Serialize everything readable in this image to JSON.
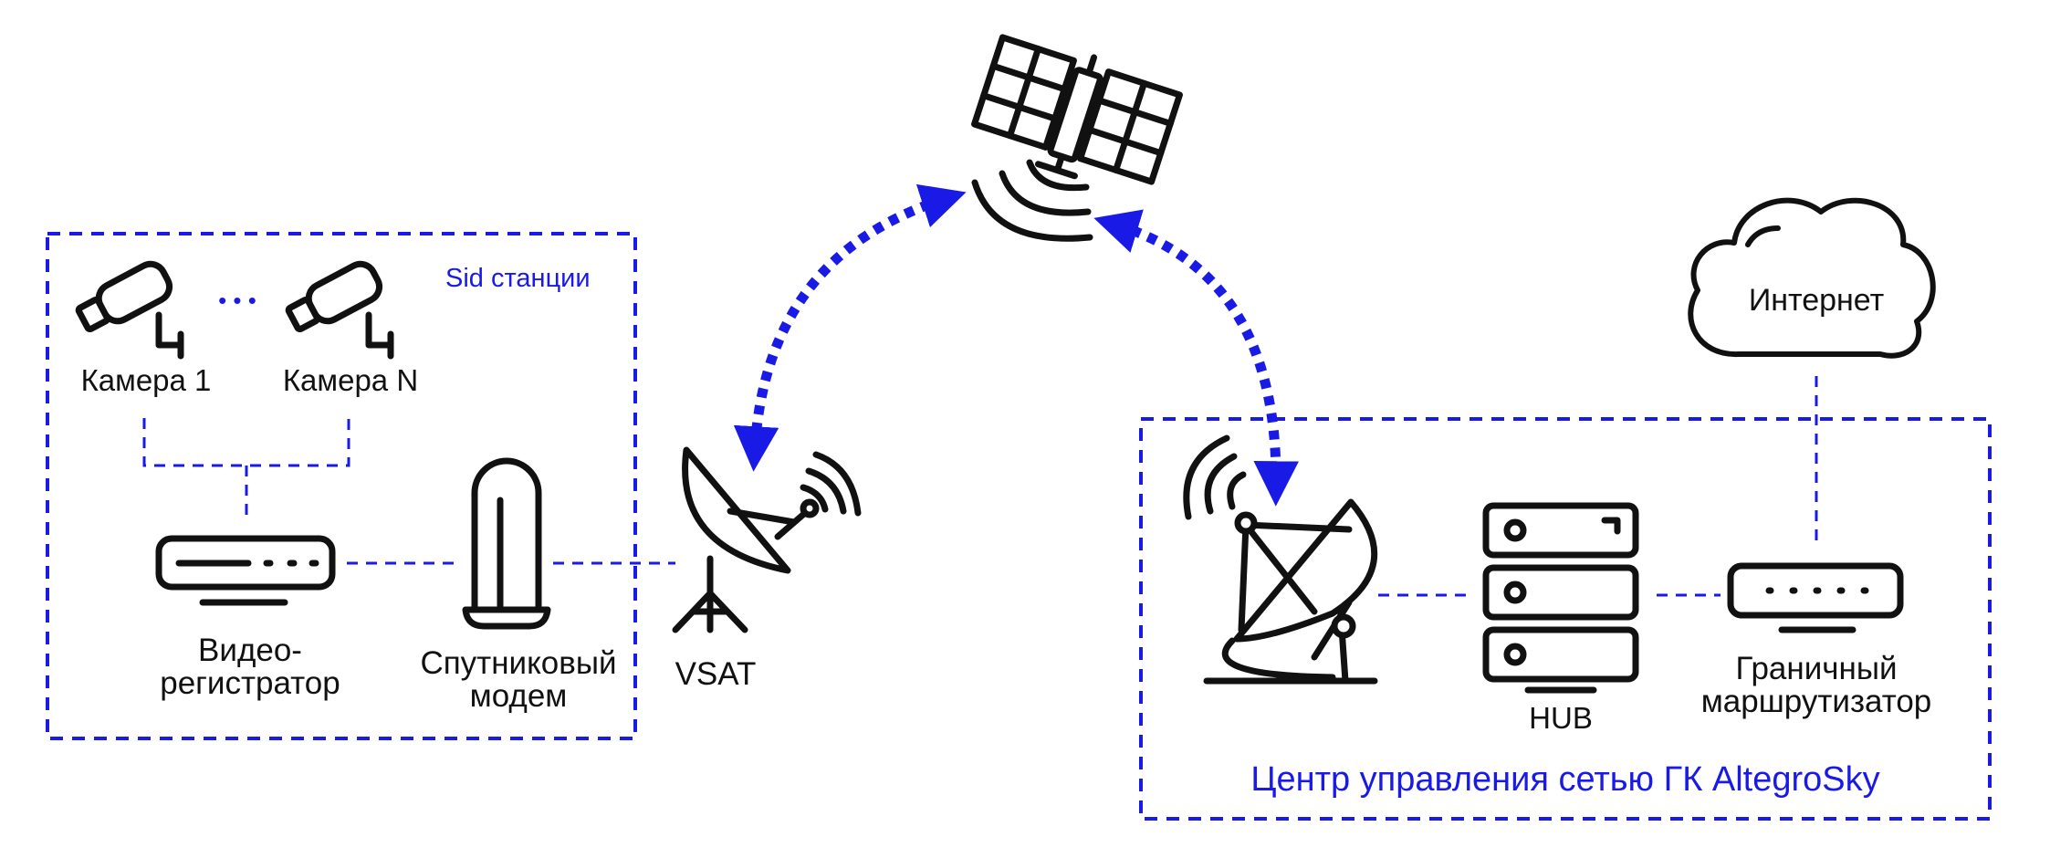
{
  "colors": {
    "accent": "#1a1ae6",
    "ink": "#111111"
  },
  "icons": [
    "satellite-icon",
    "camera-icon",
    "dvr-icon",
    "modem-icon",
    "vsat-dish-icon",
    "hub-dish-icon",
    "server-icon",
    "router-icon",
    "cloud-icon"
  ],
  "site": {
    "title": "Sid станции",
    "camera1": "Камера 1",
    "cameraN": "Камера N",
    "ellipsis": "• • •",
    "dvr_line1": "Видео-",
    "dvr_line2": "регистратор",
    "modem_line1": "Спутниковый",
    "modem_line2": "модем"
  },
  "vsat": {
    "label": "VSAT"
  },
  "internet": {
    "label": "Интернет"
  },
  "noc": {
    "title": "Центр управления сетью ГК AltegroSky",
    "hub": "HUB",
    "router_line1": "Граничный",
    "router_line2": "маршрутизатор"
  }
}
